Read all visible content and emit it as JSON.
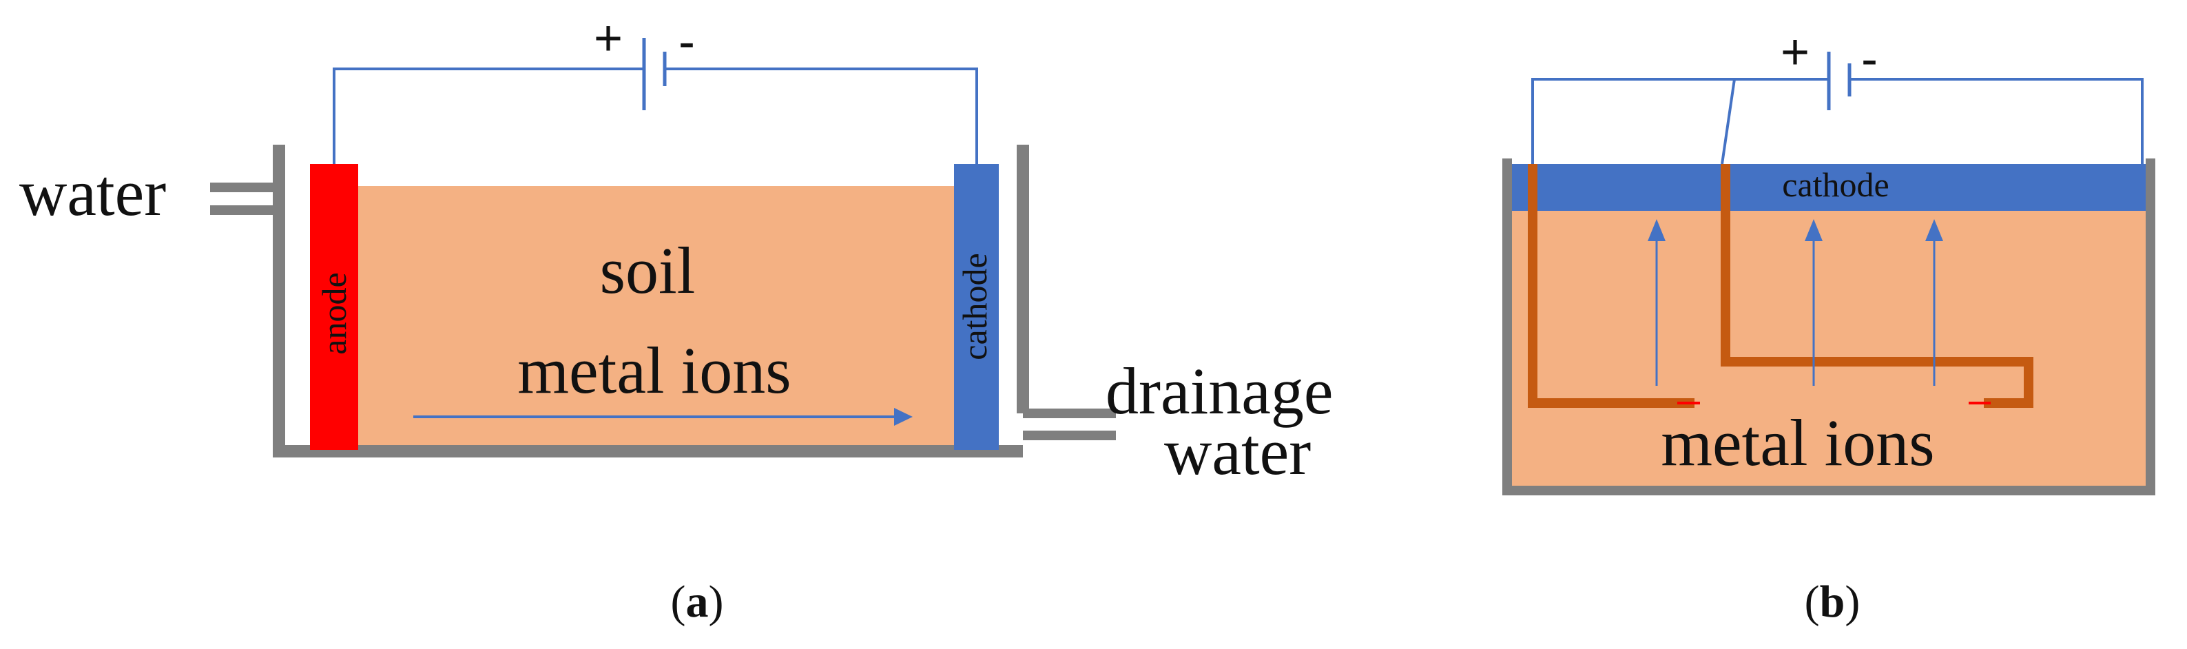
{
  "panel_a": {
    "battery_plus": "+",
    "battery_minus": "-",
    "water_label": "water",
    "anode_label": "anode",
    "cathode_label": "cathode",
    "soil_label": "soil",
    "metal_ions_label": "metal ions",
    "drainage_label_1": "drainage",
    "drainage_label_2": "water",
    "caption_open": "(",
    "caption_letter": "a",
    "caption_close": ")"
  },
  "panel_b": {
    "battery_plus": "+",
    "battery_minus": "-",
    "cathode_label": "cathode",
    "metal_ions_label": "metal ions",
    "caption_open": "(",
    "caption_letter": "b",
    "caption_close": ")"
  },
  "colors": {
    "soil": "#F4B183",
    "anode": "#FF0000",
    "cathode": "#4472C4",
    "wire": "#4472C4",
    "container": "#7F7F7F",
    "electrode_pipe": "#C55A11"
  }
}
